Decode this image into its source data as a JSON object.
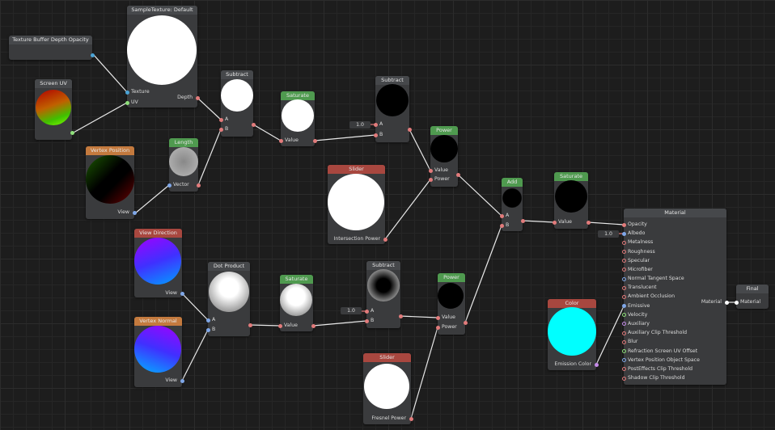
{
  "nodes": [
    {
      "id": "tbdo",
      "title": "Texture Buffer Depth Opacity",
      "header": "#46484b",
      "ports": [
        {
          "label": "",
          "side": "r",
          "color": "#4aa3d6"
        }
      ]
    },
    {
      "id": "sample",
      "title": "SampleTexture: Default",
      "header": "#46484b",
      "ports": [
        {
          "label": "Texture",
          "side": "l",
          "color": "#4aa3d6"
        },
        {
          "label": "UV",
          "side": "l",
          "color": "#8ee07a"
        },
        {
          "label": "Depth",
          "side": "r",
          "color": "#e27b7b"
        }
      ]
    },
    {
      "id": "screenuv",
      "title": "Screen UV",
      "header": "#46484b",
      "ports": [
        {
          "label": "",
          "side": "r",
          "color": "#8ee07a"
        }
      ]
    },
    {
      "id": "vertpos",
      "title": "Vertex Position",
      "header": "#c47a3e",
      "ports": [
        {
          "label": "View",
          "side": "r",
          "color": "#7fa7e8"
        }
      ]
    },
    {
      "id": "length",
      "title": "Length",
      "header": "#4f9a4f",
      "ports": [
        {
          "label": "Vector",
          "side": "l",
          "color": "#7fa7e8"
        },
        {
          "label": "",
          "side": "r",
          "color": "#e27b7b"
        }
      ]
    },
    {
      "id": "sub1",
      "title": "Subtract",
      "header": "#46484b",
      "ports": [
        {
          "label": "A",
          "side": "l",
          "color": "#e27b7b"
        },
        {
          "label": "B",
          "side": "l",
          "color": "#e27b7b"
        },
        {
          "label": "",
          "side": "r",
          "color": "#e27b7b"
        }
      ]
    },
    {
      "id": "sat1",
      "title": "Saturate",
      "header": "#4f9a4f",
      "ports": [
        {
          "label": "Value",
          "side": "l",
          "color": "#e27b7b"
        },
        {
          "label": "",
          "side": "r",
          "color": "#e27b7b"
        }
      ]
    },
    {
      "id": "sub2",
      "title": "Subtract",
      "header": "#46484b",
      "ports": [
        {
          "label": "A",
          "side": "l",
          "color": "#e27b7b"
        },
        {
          "label": "B",
          "side": "l",
          "color": "#e27b7b"
        },
        {
          "label": "",
          "side": "r",
          "color": "#e27b7b"
        }
      ]
    },
    {
      "id": "pow1",
      "title": "Power",
      "header": "#4f9a4f",
      "ports": [
        {
          "label": "Value",
          "side": "l",
          "color": "#e27b7b"
        },
        {
          "label": "Power",
          "side": "l",
          "color": "#e27b7b"
        },
        {
          "label": "",
          "side": "r",
          "color": "#e27b7b"
        }
      ]
    },
    {
      "id": "slider1",
      "title": "Slider",
      "header": "#a8473f",
      "ports": [
        {
          "label": "Intersection Power",
          "side": "r",
          "color": "#e27b7b"
        }
      ]
    },
    {
      "id": "add",
      "title": "Add",
      "header": "#4f9a4f",
      "ports": [
        {
          "label": "A",
          "side": "l",
          "color": "#e27b7b"
        },
        {
          "label": "B",
          "side": "l",
          "color": "#e27b7b"
        },
        {
          "label": "",
          "side": "r",
          "color": "#e27b7b"
        }
      ]
    },
    {
      "id": "sat2",
      "title": "Saturate",
      "header": "#4f9a4f",
      "ports": [
        {
          "label": "Value",
          "side": "l",
          "color": "#e27b7b"
        },
        {
          "label": "",
          "side": "r",
          "color": "#e27b7b"
        }
      ]
    },
    {
      "id": "viewdir",
      "title": "View Direction",
      "header": "#a8473f",
      "ports": [
        {
          "label": "View",
          "side": "r",
          "color": "#7fa7e8"
        }
      ]
    },
    {
      "id": "vertnorm",
      "title": "Vertex Normal",
      "header": "#c47a3e",
      "ports": [
        {
          "label": "View",
          "side": "r",
          "color": "#7fa7e8"
        }
      ]
    },
    {
      "id": "dot",
      "title": "Dot Product",
      "header": "#46484b",
      "ports": [
        {
          "label": "A",
          "side": "l",
          "color": "#7fa7e8"
        },
        {
          "label": "B",
          "side": "l",
          "color": "#7fa7e8"
        },
        {
          "label": "",
          "side": "r",
          "color": "#e27b7b"
        }
      ]
    },
    {
      "id": "sat3",
      "title": "Saturate",
      "header": "#4f9a4f",
      "ports": [
        {
          "label": "Value",
          "side": "l",
          "color": "#e27b7b"
        },
        {
          "label": "",
          "side": "r",
          "color": "#e27b7b"
        }
      ]
    },
    {
      "id": "sub3",
      "title": "Subtract",
      "header": "#46484b",
      "ports": [
        {
          "label": "A",
          "side": "l",
          "color": "#e27b7b"
        },
        {
          "label": "B",
          "side": "l",
          "color": "#e27b7b"
        },
        {
          "label": "",
          "side": "r",
          "color": "#e27b7b"
        }
      ]
    },
    {
      "id": "pow2",
      "title": "Power",
      "header": "#4f9a4f",
      "ports": [
        {
          "label": "Value",
          "side": "l",
          "color": "#e27b7b"
        },
        {
          "label": "Power",
          "side": "l",
          "color": "#e27b7b"
        },
        {
          "label": "",
          "side": "r",
          "color": "#e27b7b"
        }
      ]
    },
    {
      "id": "slider2",
      "title": "Slider",
      "header": "#a8473f",
      "ports": [
        {
          "label": "Fresnel Power",
          "side": "r",
          "color": "#e27b7b"
        }
      ]
    },
    {
      "id": "color",
      "title": "Color",
      "header": "#a8473f",
      "ports": [
        {
          "label": "Emission Color",
          "side": "r",
          "color": "#c58be8"
        }
      ]
    },
    {
      "id": "material",
      "title": "Material",
      "header": "#46484b",
      "ports": [
        {
          "label": "Opacity",
          "side": "l",
          "color": "#e27b7b"
        },
        {
          "label": "Albedo",
          "side": "l",
          "color": "#7fa7e8"
        },
        {
          "label": "Metalness",
          "side": "l",
          "color": "#e27b7b",
          "hollow": true
        },
        {
          "label": "Roughness",
          "side": "l",
          "color": "#e27b7b",
          "hollow": true
        },
        {
          "label": "Specular",
          "side": "l",
          "color": "#e27b7b",
          "hollow": true
        },
        {
          "label": "Microfiber",
          "side": "l",
          "color": "#e27b7b",
          "hollow": true
        },
        {
          "label": "Normal Tangent Space",
          "side": "l",
          "color": "#7fa7e8",
          "hollow": true
        },
        {
          "label": "Translucent",
          "side": "l",
          "color": "#e27b7b",
          "hollow": true
        },
        {
          "label": "Ambient Occlusion",
          "side": "l",
          "color": "#e27b7b",
          "hollow": true
        },
        {
          "label": "Emissive",
          "side": "l",
          "color": "#7fa7e8"
        },
        {
          "label": "Velocity",
          "side": "l",
          "color": "#8ee07a",
          "hollow": true
        },
        {
          "label": "Auxiliary",
          "side": "l",
          "color": "#c58be8",
          "hollow": true
        },
        {
          "label": "Auxiliary Clip Threshold",
          "side": "l",
          "color": "#e27b7b",
          "hollow": true
        },
        {
          "label": "Blur",
          "side": "l",
          "color": "#e27b7b",
          "hollow": true
        },
        {
          "label": "Refraction Screen UV Offset",
          "side": "l",
          "color": "#8ee07a",
          "hollow": true
        },
        {
          "label": "Vertex Position Object Space",
          "side": "l",
          "color": "#7fa7e8",
          "hollow": true
        },
        {
          "label": "PostEffects Clip Threshold",
          "side": "l",
          "color": "#e27b7b",
          "hollow": true
        },
        {
          "label": "Shadow Clip Threshold",
          "side": "l",
          "color": "#e27b7b",
          "hollow": true
        },
        {
          "label": "Material",
          "side": "r",
          "color": "#ffffff"
        }
      ]
    },
    {
      "id": "final",
      "title": "Final",
      "header": "#46484b",
      "ports": [
        {
          "label": "Material",
          "side": "l",
          "color": "#ffffff"
        }
      ]
    }
  ],
  "fields": [
    {
      "id": "sub2-a",
      "value": "1.0"
    },
    {
      "id": "sub3-a",
      "value": "1.0"
    },
    {
      "id": "albedo",
      "value": "1.0"
    }
  ]
}
